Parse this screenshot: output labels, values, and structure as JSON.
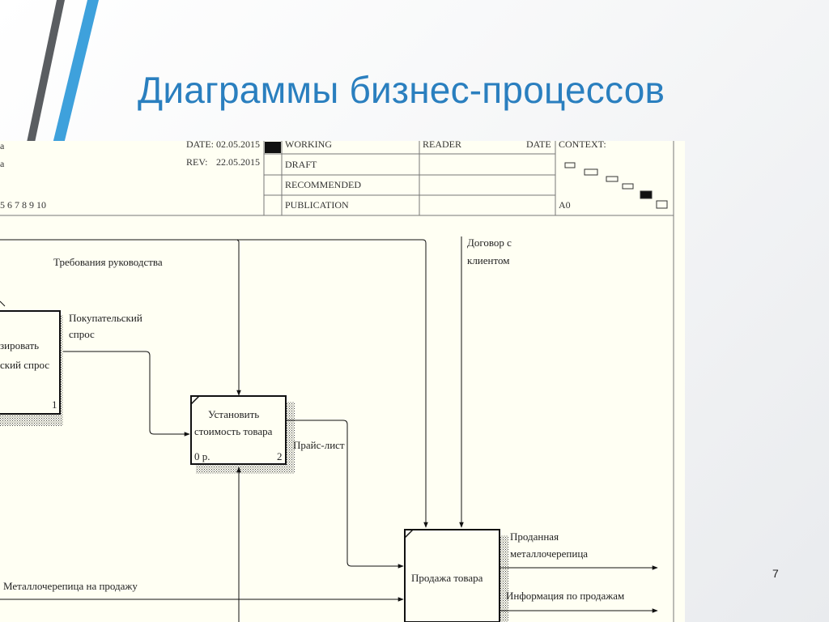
{
  "slide": {
    "title": "Диаграммы бизнес-процессов",
    "page_number": "7"
  },
  "colors": {
    "accent_blue": "#3ea1dc",
    "accent_gray": "#5a5d61",
    "title": "#2a7fbf"
  },
  "header": {
    "frag_a": "a",
    "frag_b": "a",
    "date_label": "DATE:",
    "date_value": "02.05.2015",
    "rev_label": "REV:",
    "rev_value": "22.05.2015",
    "numbers": "5 6 7 8 9 10",
    "status_working": "WORKING",
    "status_draft": "DRAFT",
    "status_recommended": "RECOMMENDED",
    "status_publication": "PUBLICATION",
    "reader": "READER",
    "date_col": "DATE",
    "context": "CONTEXT:",
    "node": "A0"
  },
  "boxes": {
    "box1": {
      "line1": "зировать",
      "line2": "ский спрос",
      "number": "1"
    },
    "box2": {
      "line1": "Установить",
      "line2": "стоимость товара",
      "cost": "0 р.",
      "number": "2"
    },
    "box3": {
      "line1": "Продажа товара"
    }
  },
  "arrows": {
    "requirements": "Требования руководства",
    "contract_line1": "Договор с",
    "contract_line2": "клиентом",
    "demand_line1": "Покупательский",
    "demand_line2": "спрос",
    "pricelist": "Прайс-лист",
    "sold_line1": "Проданная",
    "sold_line2": "металлочерепица",
    "sales_info": "Информация по продажам",
    "tiles_for_sale": "Металлочерепица на продажу"
  }
}
